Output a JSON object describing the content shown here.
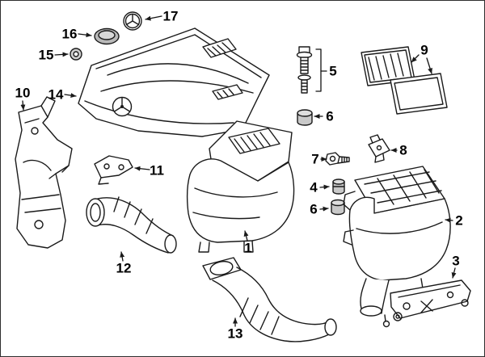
{
  "diagram": {
    "background_color": "#ffffff",
    "line_color": "#1a1a1a",
    "shade_color": "#c9c9c9",
    "callouts": [
      {
        "label": "17"
      },
      {
        "label": "16"
      },
      {
        "label": "15"
      },
      {
        "label": "14"
      },
      {
        "label": "10"
      },
      {
        "label": "11"
      },
      {
        "label": "12"
      },
      {
        "label": "13"
      },
      {
        "label": "1"
      },
      {
        "label": "5"
      },
      {
        "label": "6"
      },
      {
        "label": "9"
      },
      {
        "label": "7"
      },
      {
        "label": "8"
      },
      {
        "label": "4"
      },
      {
        "label": "6"
      },
      {
        "label": "2"
      },
      {
        "label": "3"
      }
    ]
  }
}
